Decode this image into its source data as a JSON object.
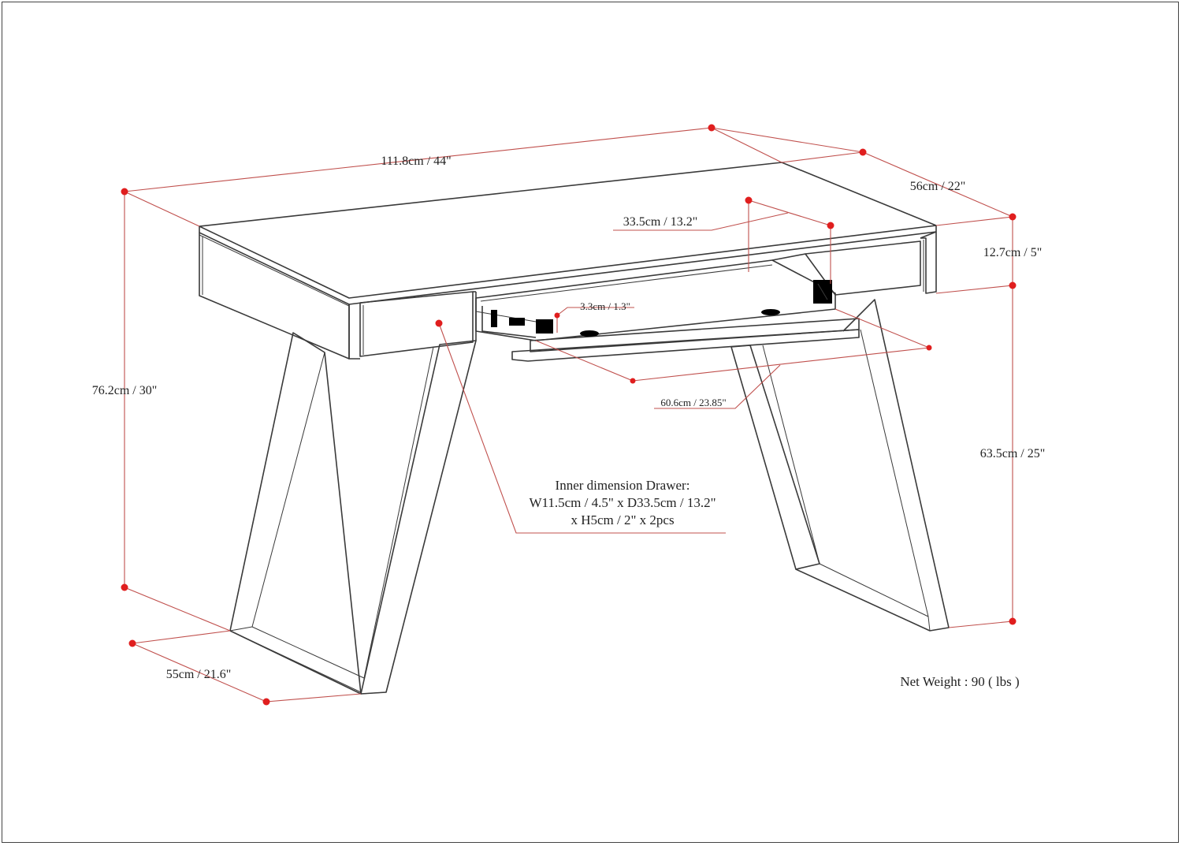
{
  "colors": {
    "dimension_line": "#c0504d",
    "dimension_dot": "#e01e1e",
    "outline": "#3a3a3a"
  },
  "dimensions": {
    "width": "111.8cm / 44\"",
    "depth": "56cm / 22\"",
    "drawer_depth": "33.5cm / 13.2\"",
    "apron_height": "12.7cm / 5\"",
    "slide_thickness": "3.3cm / 1.3\"",
    "total_height": "76.2cm / 30\"",
    "tray_width": "60.6cm / 23.85\"",
    "clearance_height": "63.5cm / 25\"",
    "leg_depth": "55cm / 21.6\""
  },
  "inner_drawer": {
    "line1": "Inner dimension Drawer:",
    "line2": "W11.5cm / 4.5\" x D33.5cm / 13.2\"",
    "line3": "x H5cm / 2\" x 2pcs"
  },
  "net_weight": "Net Weight : 90 ( lbs )"
}
